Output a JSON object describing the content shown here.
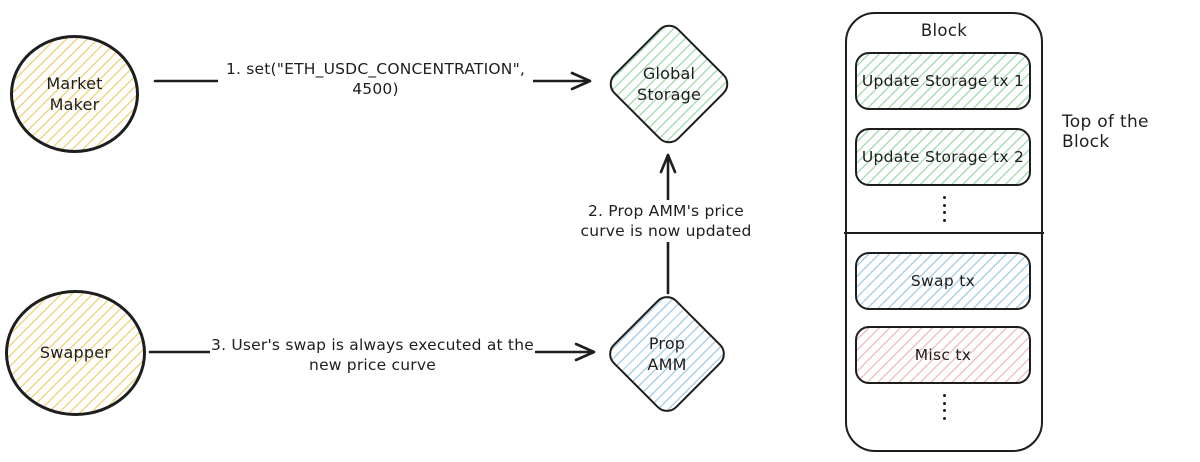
{
  "palette": {
    "ink": "#1e1e1e",
    "yellow_hatch": "#eed684",
    "green_hatch": "#a9ddb5",
    "blue_hatch": "#abd0ea",
    "red_hatch": "#f0c3c3",
    "background": "#ffffff"
  },
  "actors": [
    {
      "id": "market-maker",
      "label": "Market Maker"
    },
    {
      "id": "swapper",
      "label": "Swapper"
    }
  ],
  "nodes": [
    {
      "id": "global-storage",
      "label": "Global Storage"
    },
    {
      "id": "prop-amm",
      "label": "Prop AMM"
    }
  ],
  "arrows": [
    {
      "id": "set-call",
      "from": "market-maker",
      "to": "global-storage",
      "label_line1": "1. set(\"ETH_USDC_CONCENTRATION\",",
      "label_line2": "4500)"
    },
    {
      "id": "price-curve-updated",
      "from": "prop-amm",
      "to": "global-storage",
      "label_line1": "2. Prop AMM's price",
      "label_line2": "curve is now updated"
    },
    {
      "id": "user-swap",
      "from": "swapper",
      "to": "prop-amm",
      "label_line1": "3. User's swap is always executed at the",
      "label_line2": "new price curve"
    }
  ],
  "block": {
    "title": "Block",
    "transactions": [
      {
        "label": "Update Storage tx 1",
        "color": "green"
      },
      {
        "label": "Update Storage tx 2",
        "color": "green"
      },
      {
        "label": "Swap tx",
        "color": "blue"
      },
      {
        "label": "Misc tx",
        "color": "red"
      }
    ],
    "annotation": "Top of the Block"
  }
}
